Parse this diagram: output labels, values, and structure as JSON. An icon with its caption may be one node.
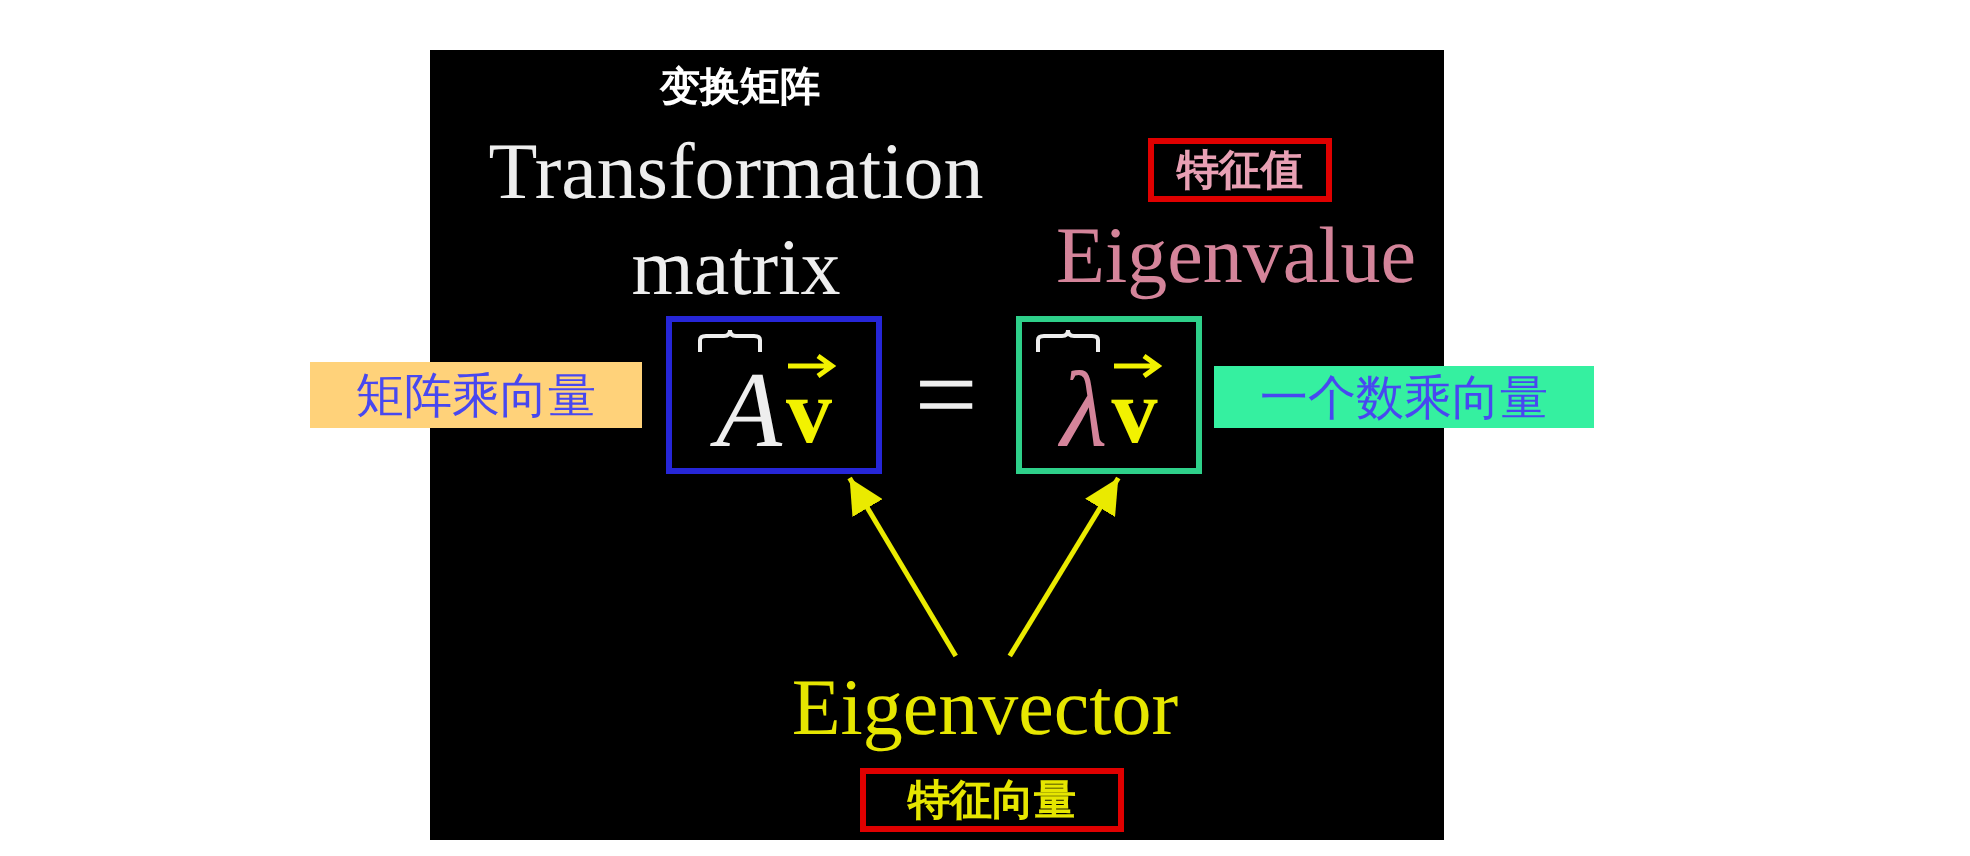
{
  "diagram": {
    "nodes": [
      {
        "text": [
          "特征值"
        ]
      },
      {
        "text": [
          "矩阵乘向量"
        ]
      },
      {
        "text": [
          "A",
          "v"
        ]
      },
      {
        "text": [
          "λ",
          "v"
        ]
      },
      {
        "text": [
          "一个数乘向量"
        ]
      },
      {
        "text": [
          "Eigenvector"
        ]
      },
      {
        "text": [
          "特征向量"
        ]
      }
    ],
    "edges": [
      {
        "from": 5,
        "to": 2,
        "arrow": "to"
      },
      {
        "from": 5,
        "to": 3,
        "arrow": "to"
      }
    ],
    "labels": [
      "变换矩阵",
      "Transformation matrix",
      "Eigenvalue",
      "="
    ]
  }
}
